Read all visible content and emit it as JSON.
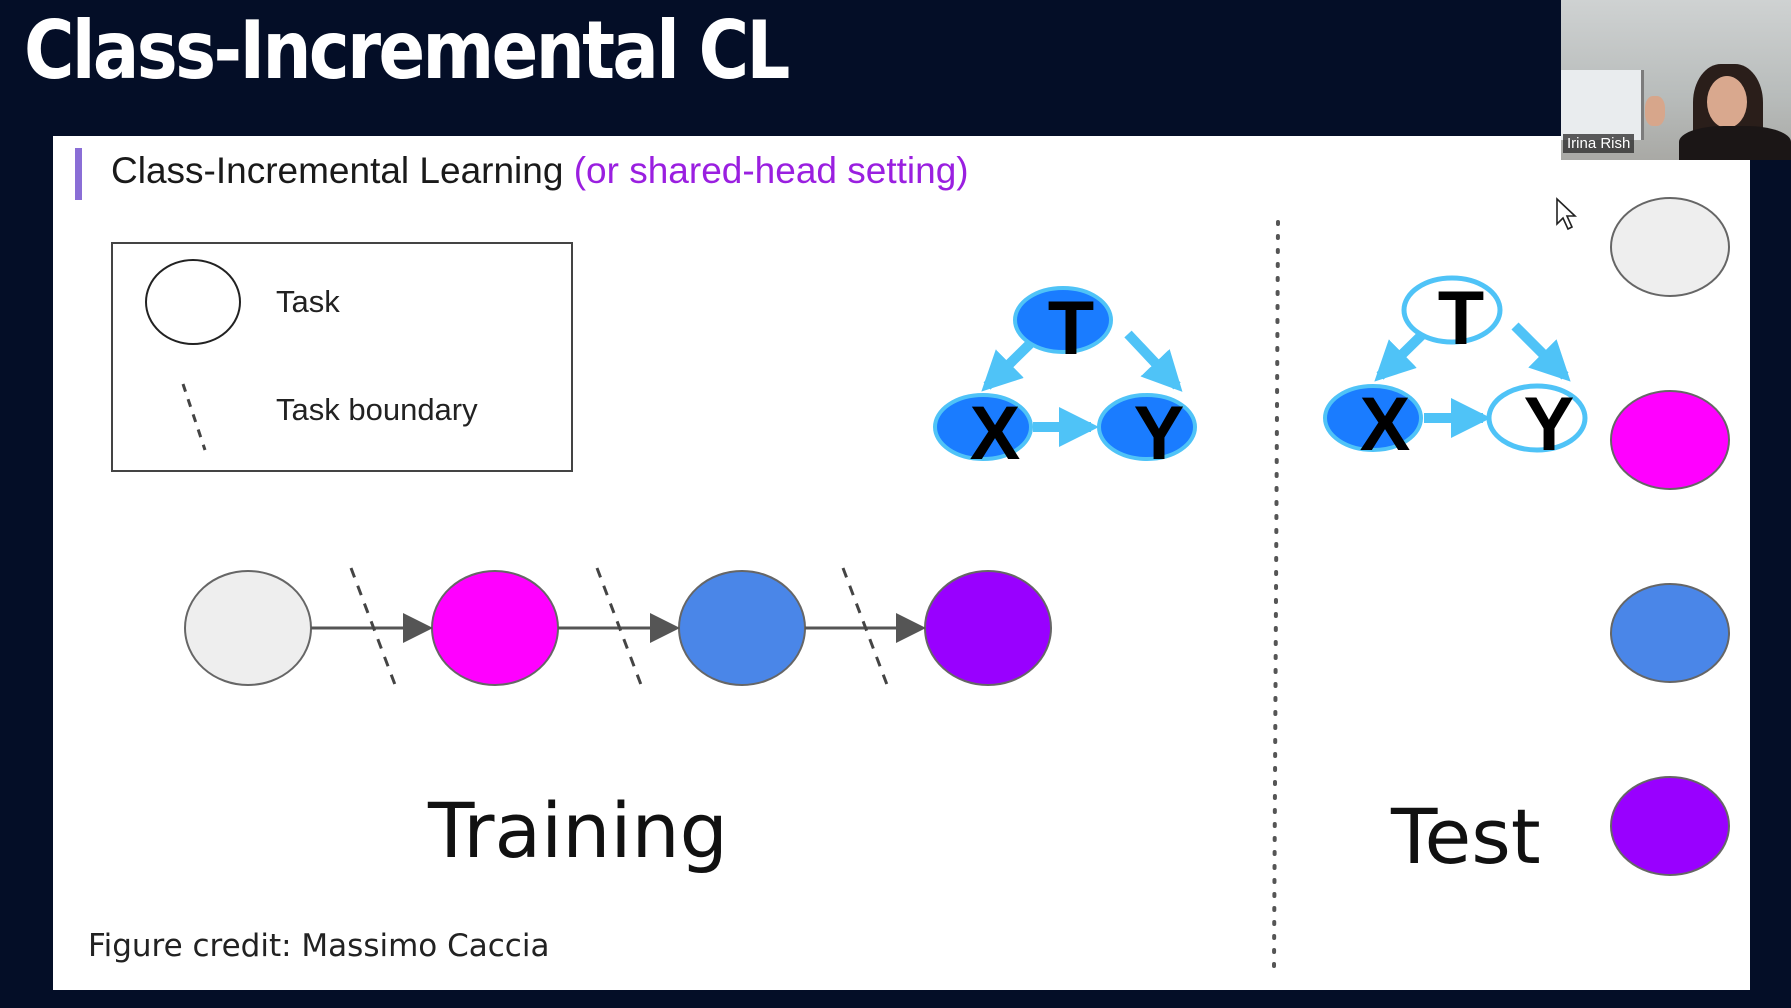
{
  "slide": {
    "title": "Class-Incremental CL",
    "heading": "Class-Incremental Learning",
    "heading_accent": "(or shared-head setting)",
    "credit": "Figure credit: Massimo Caccia"
  },
  "legend": {
    "task_label": "Task",
    "boundary_label": "Task boundary"
  },
  "graph": {
    "node_t": "T",
    "node_x": "X",
    "node_y": "Y"
  },
  "sections": {
    "training": "Training",
    "test": "Test"
  },
  "colors": {
    "background": "#040e27",
    "task_grey": "#eeeeee",
    "task_magenta": "#ff00ff",
    "task_blue": "#4a86e8",
    "task_purple": "#9900ff",
    "node_blue": "#1a7cff",
    "arrow_cyan": "#4fc3f7",
    "accent_text": "#9a1fe0"
  },
  "webcam": {
    "participant_name": "Irina Rish"
  },
  "cursor": {
    "icon": "mouse-pointer-icon"
  }
}
